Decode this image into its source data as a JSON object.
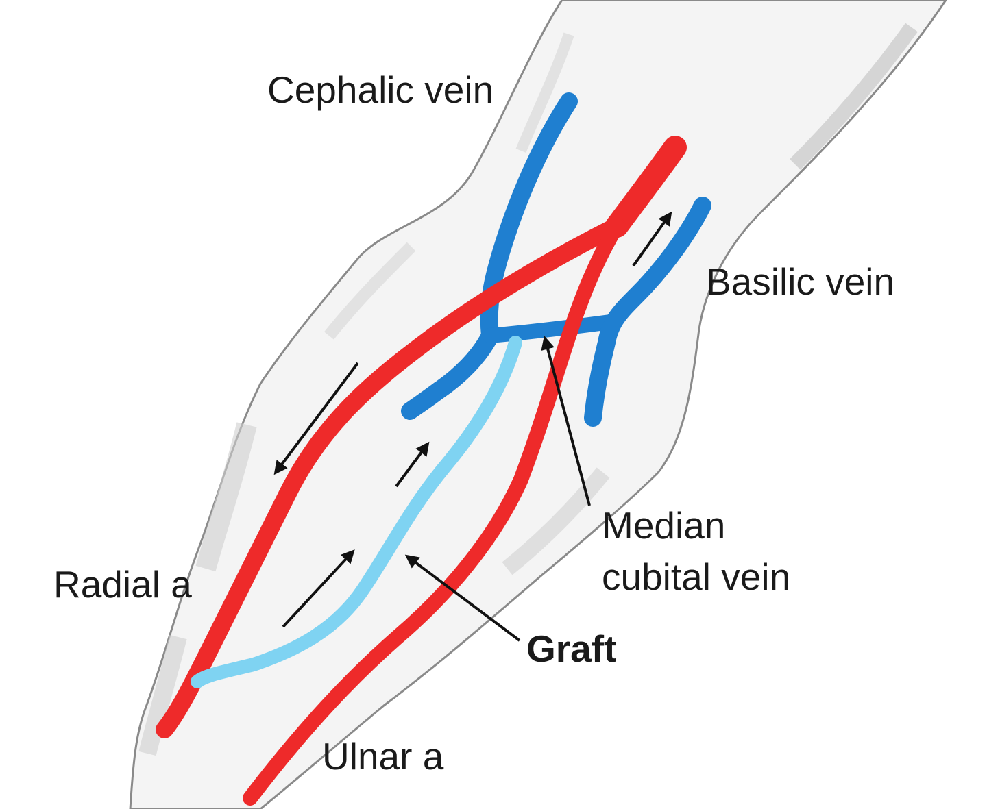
{
  "labels": {
    "cephalic_vein": "Cephalic vein",
    "basilic_vein": "Basilic vein",
    "median_cubital_vein_line1": "Median",
    "median_cubital_vein_line2": "cubital vein",
    "radial_artery": "Radial a",
    "graft": "Graft",
    "ulnar_artery": "Ulnar a"
  },
  "colors": {
    "artery": "#ee2a2a",
    "vein": "#1f7fd0",
    "graft": "#7fd3f2",
    "arrow": "#111111",
    "skin_outline": "#8a8a8a",
    "skin_shading": "#c8c8c8"
  }
}
